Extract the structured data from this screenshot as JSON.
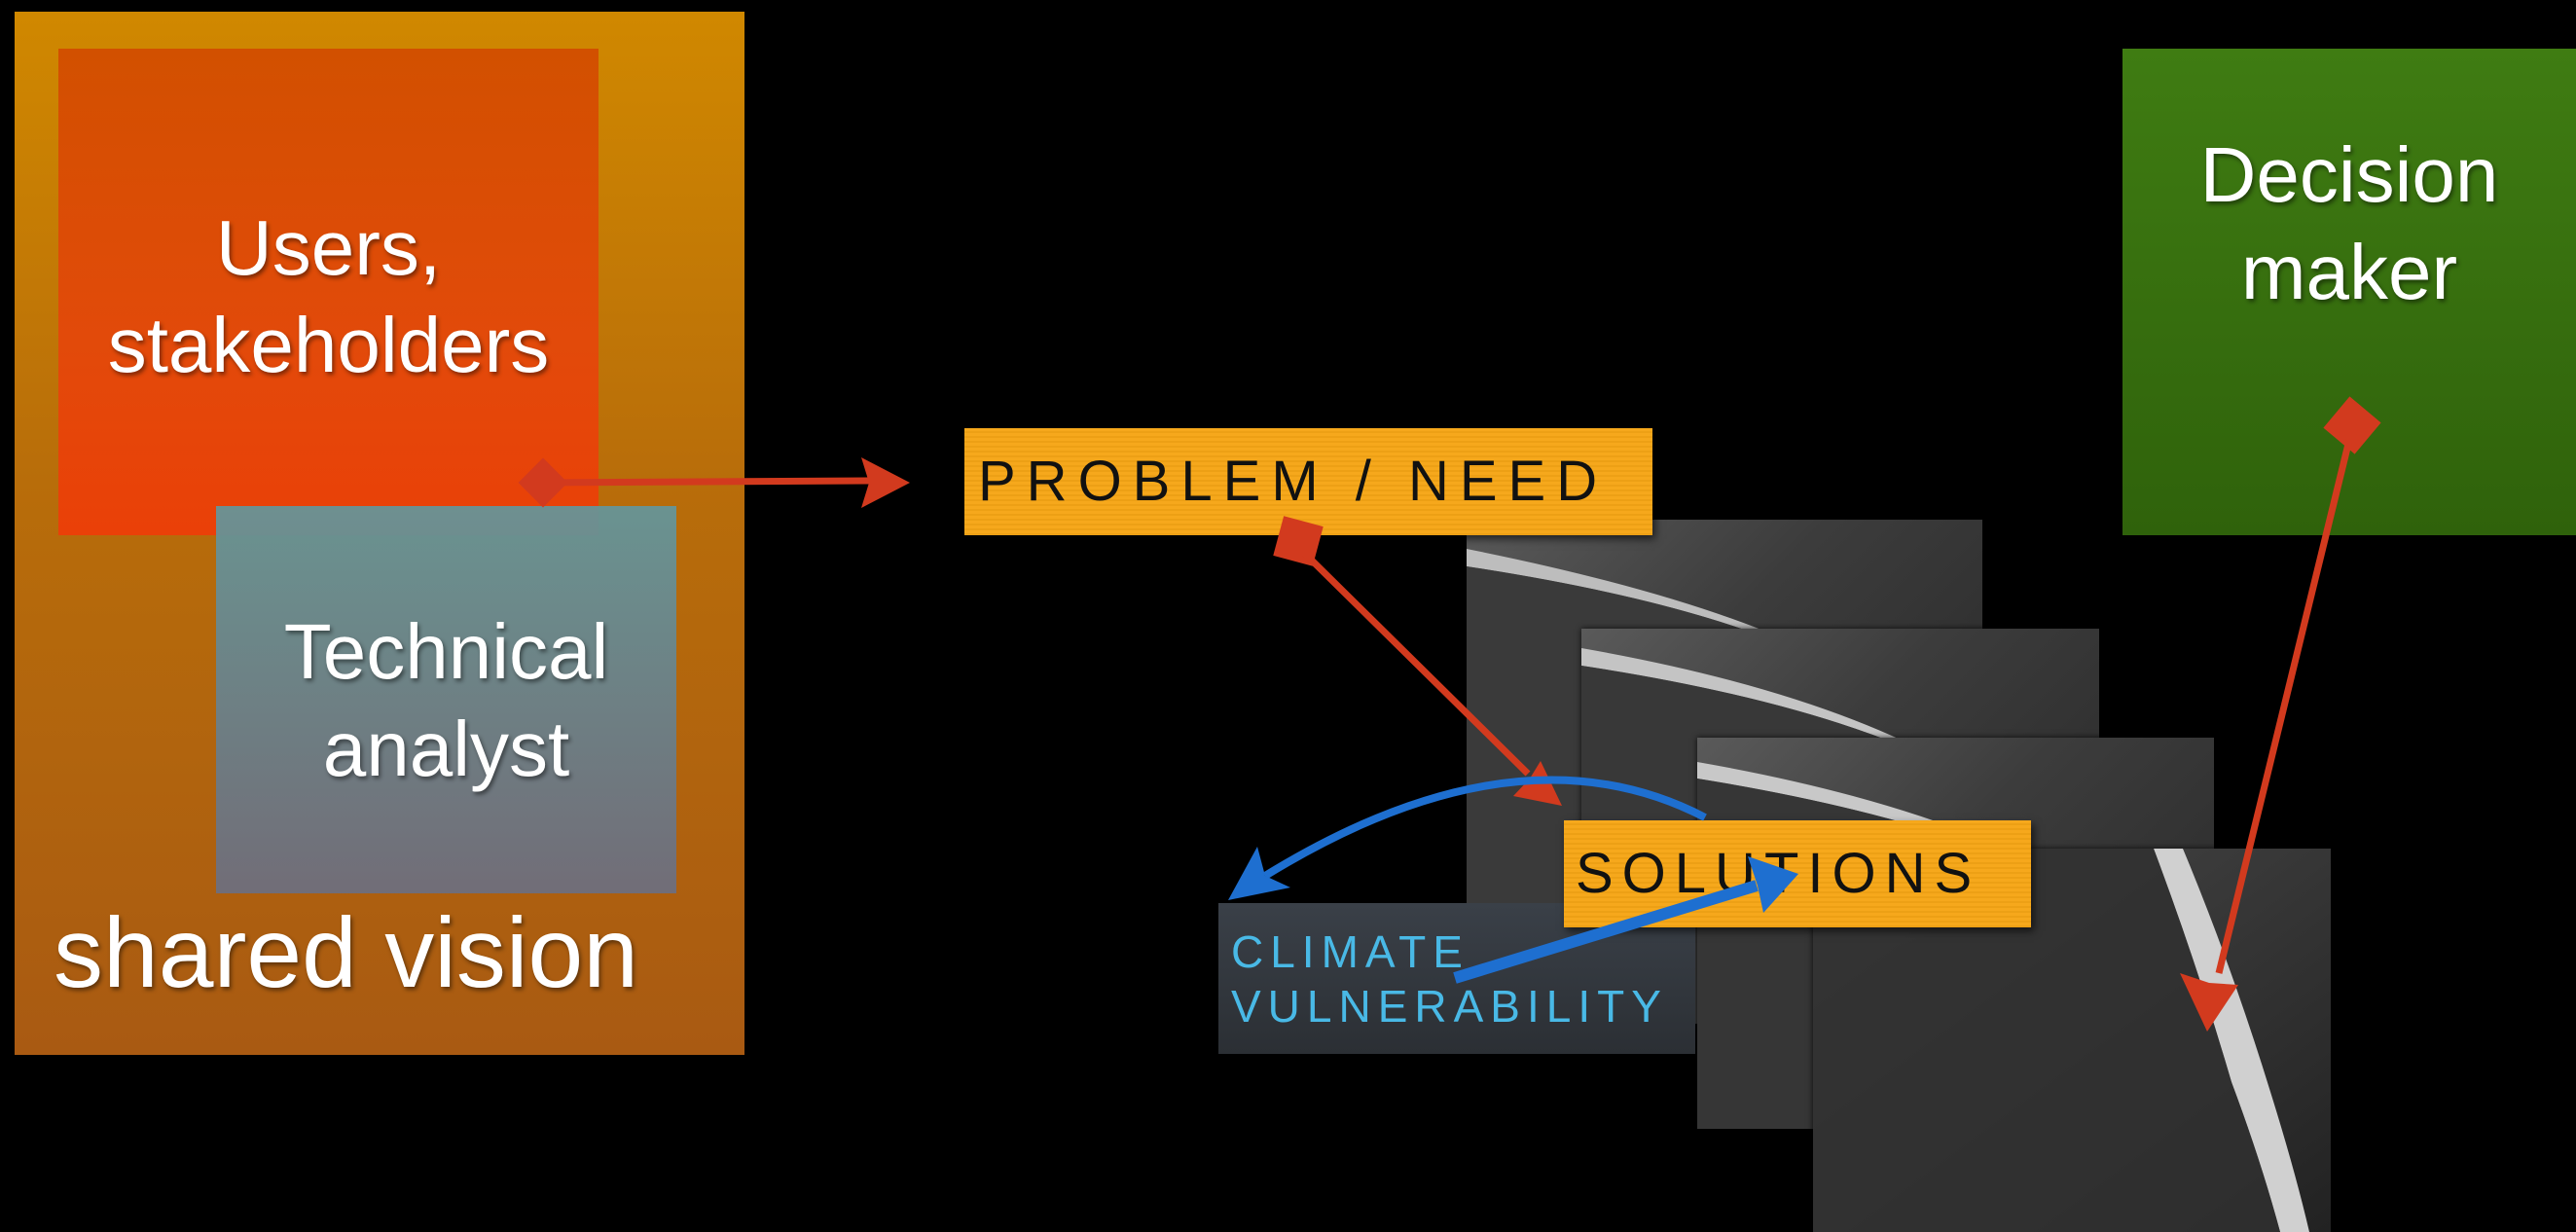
{
  "nodes": {
    "shared_vision": "shared vision",
    "users": "Users,\nstakeholders",
    "analyst": "Technical\nanalyst",
    "decision_maker": "Decision\nmaker",
    "problem_need": "PROBLEM / NEED",
    "solutions": "SOLUTIONS",
    "climate": "CLIMATE\nVULNERABILITY"
  },
  "colors": {
    "shared_vision": "#c27a08",
    "users": "#e04a08",
    "analyst": "#6a8f96",
    "decision_maker": "#3a7410",
    "tag": "#f6a81c",
    "red_arrow": "#d23a1e",
    "blue_arrow": "#1e6fd0",
    "climate_text": "#49b9e6"
  },
  "icons": [
    "dam-photo",
    "dam-photo",
    "dam-photo",
    "dam-photo"
  ]
}
